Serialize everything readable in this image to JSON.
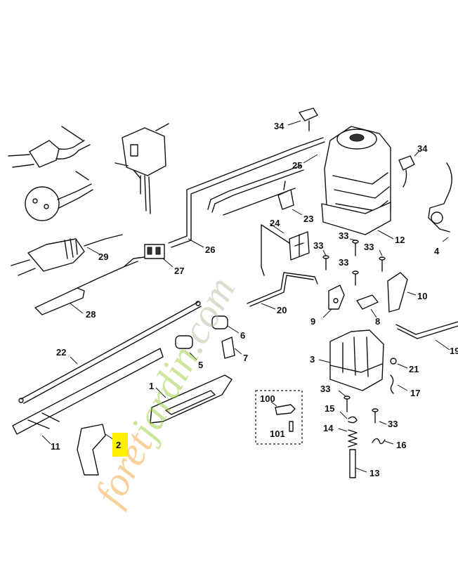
{
  "watermark": {
    "text": "foretjardin.com",
    "colors": {
      "foret": "#F2A53B",
      "jardin": "#9ACD3C",
      "dotcom": "#BFB8A0"
    }
  },
  "highlight_color": "#FFF200",
  "parts": [
    {
      "id": "p1",
      "num": "1"
    },
    {
      "id": "p2",
      "num": "2"
    },
    {
      "id": "p3",
      "num": "3"
    },
    {
      "id": "p4",
      "num": "4"
    },
    {
      "id": "p5",
      "num": "5"
    },
    {
      "id": "p6",
      "num": "6"
    },
    {
      "id": "p7",
      "num": "7"
    },
    {
      "id": "p8",
      "num": "8"
    },
    {
      "id": "p9",
      "num": "9"
    },
    {
      "id": "p10",
      "num": "10"
    },
    {
      "id": "p11",
      "num": "11"
    },
    {
      "id": "p12",
      "num": "12"
    },
    {
      "id": "p13",
      "num": "13"
    },
    {
      "id": "p14",
      "num": "14"
    },
    {
      "id": "p15",
      "num": "15"
    },
    {
      "id": "p16",
      "num": "16"
    },
    {
      "id": "p17",
      "num": "17"
    },
    {
      "id": "p19",
      "num": "19"
    },
    {
      "id": "p20",
      "num": "20"
    },
    {
      "id": "p21",
      "num": "21"
    },
    {
      "id": "p22",
      "num": "22"
    },
    {
      "id": "p23",
      "num": "23"
    },
    {
      "id": "p24",
      "num": "24"
    },
    {
      "id": "p25",
      "num": "25"
    },
    {
      "id": "p26",
      "num": "26"
    },
    {
      "id": "p27",
      "num": "27"
    },
    {
      "id": "p28",
      "num": "28"
    },
    {
      "id": "p29",
      "num": "29"
    },
    {
      "id": "p33",
      "num": "33"
    },
    {
      "id": "p34",
      "num": "34"
    },
    {
      "id": "p100",
      "num": "100"
    },
    {
      "id": "p101",
      "num": "101"
    }
  ]
}
